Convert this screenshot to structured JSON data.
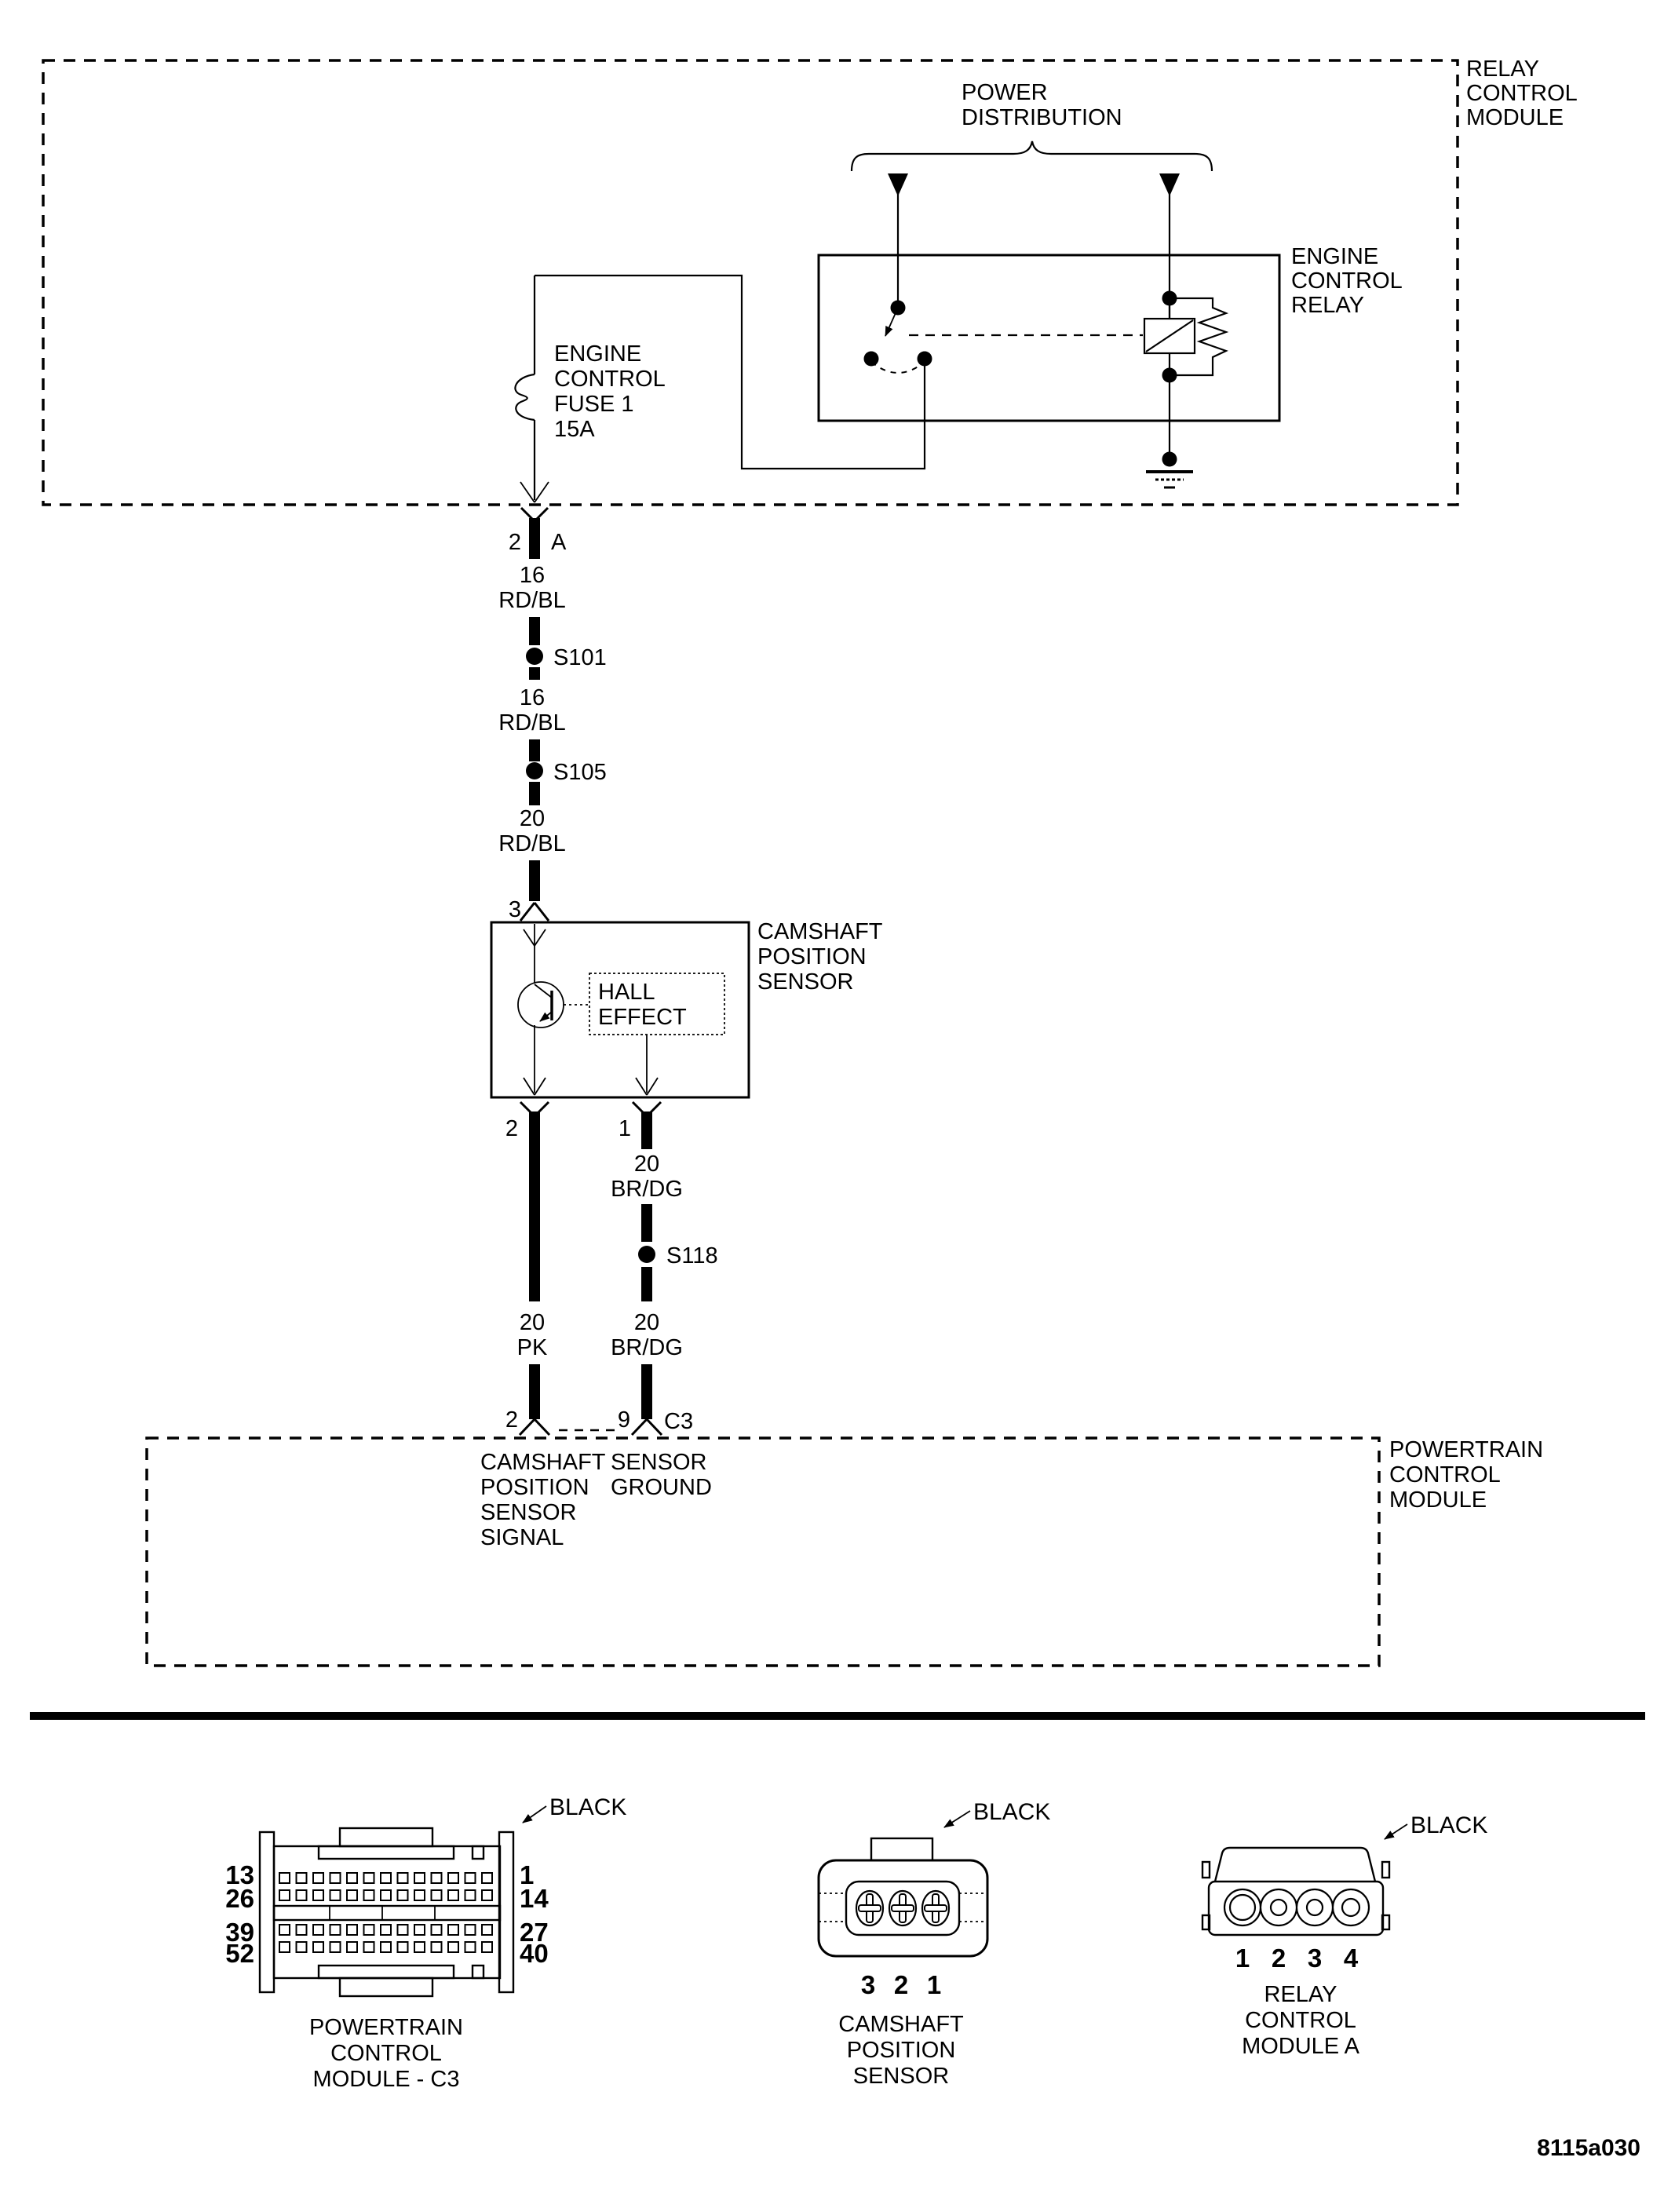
{
  "relay_module": {
    "lines": [
      "RELAY",
      "CONTROL",
      "MODULE"
    ]
  },
  "power_distribution": {
    "lines": [
      "POWER",
      "DISTRIBUTION"
    ]
  },
  "engine_control_relay": {
    "lines": [
      "ENGINE",
      "CONTROL",
      "RELAY"
    ]
  },
  "fuse": {
    "lines": [
      "ENGINE",
      "CONTROL",
      "FUSE 1",
      "15A"
    ]
  },
  "feed_connector": {
    "pin": "2",
    "cavity": "A"
  },
  "wire_b_plus": {
    "seg1": {
      "gauge": "16",
      "color": "RD/BL"
    },
    "splice1": "S101",
    "seg2": {
      "gauge": "16",
      "color": "RD/BL"
    },
    "splice2": "S105",
    "seg3": {
      "gauge": "20",
      "color": "RD/BL"
    },
    "sensor_pin": "3"
  },
  "cps": {
    "lines": [
      "CAMSHAFT",
      "POSITION",
      "SENSOR"
    ],
    "hall": [
      "HALL",
      "EFFECT"
    ],
    "signal_pin": "2",
    "ground_pin": "1"
  },
  "signal_wire": {
    "gauge": "20",
    "color": "PK",
    "pcm_pin": "2"
  },
  "ground_wire": {
    "seg1": {
      "gauge": "20",
      "color": "BR/DG"
    },
    "splice": "S118",
    "seg2": {
      "gauge": "20",
      "color": "BR/DG"
    },
    "pcm_pin": "9",
    "pcm_connector": "C3"
  },
  "pcm": {
    "lines": [
      "POWERTRAIN",
      "CONTROL",
      "MODULE"
    ],
    "signal_label": [
      "CAMSHAFT",
      "POSITION",
      "SENSOR",
      "SIGNAL"
    ],
    "ground_label": [
      "SENSOR",
      "GROUND"
    ]
  },
  "connector_views": {
    "pcm_c3": {
      "wire_color": "BLACK",
      "pins_left": [
        "13",
        "26",
        "39",
        "52"
      ],
      "pins_right": [
        "1",
        "14",
        "27",
        "40"
      ],
      "caption": [
        "POWERTRAIN",
        "CONTROL",
        "MODULE - C3"
      ]
    },
    "cps": {
      "wire_color": "BLACK",
      "pins": [
        "3",
        "2",
        "1"
      ],
      "caption": [
        "CAMSHAFT",
        "POSITION",
        "SENSOR"
      ]
    },
    "rcm_a": {
      "wire_color": "BLACK",
      "pins": [
        "1",
        "2",
        "3",
        "4"
      ],
      "caption": [
        "RELAY",
        "CONTROL",
        "MODULE A"
      ]
    }
  },
  "footer": {
    "diagram_id": "8115a030"
  },
  "ink_color": "#000000",
  "paper_color": "#ffffff"
}
